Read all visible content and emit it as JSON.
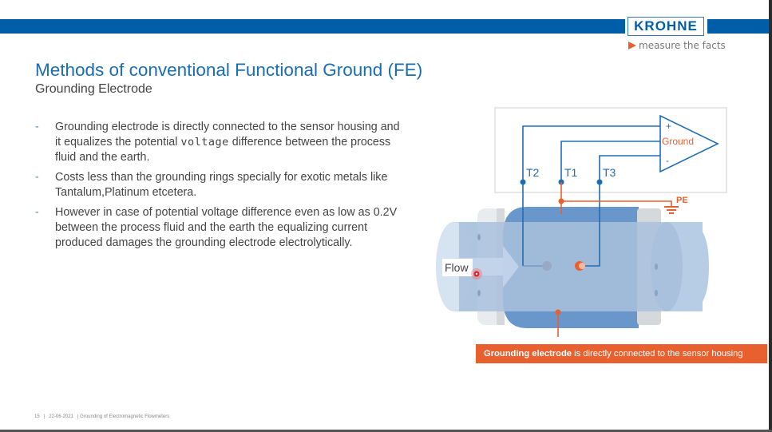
{
  "header": {
    "logo_text": "KROHNE",
    "tagline": "measure the facts",
    "brand_color": "#005da8",
    "accent_color": "#e9602f"
  },
  "slide": {
    "title": "Methods of conventional Functional Ground (FE)",
    "subtitle": "Grounding Electrode",
    "bullets": [
      {
        "dash": "-",
        "text_before": "Grounding electrode is directly connected to the sensor housing and it equalizes the potential ",
        "text_mono": "voltage",
        "text_after": " difference between the process fluid and the earth."
      },
      {
        "dash": "-",
        "text": "Costs less than the grounding rings specially for exotic metals like Tantalum,Platinum etcetera."
      },
      {
        "dash": "-",
        "text": "However in case of potential voltage difference even as low as 0.2V between the process fluid and the earth the equalizing current produced damages the grounding electrode electrolytically."
      }
    ]
  },
  "diagram": {
    "amp_plus": "+",
    "amp_minus": "-",
    "amp_label": "Ground",
    "terminals": [
      "T2",
      "T1",
      "T3"
    ],
    "pe_label": "PE",
    "flow_label": "Flow",
    "wire_color": "#1f6db5",
    "ground_color": "#e9602f"
  },
  "caption": {
    "bold": "Grounding electrode",
    "rest": " is directly connected to the sensor housing"
  },
  "footer": {
    "page": "15",
    "date": "22-06-2021",
    "title": "Grounding of Electromagnetic Flowmeters",
    "text": "15   |   22-06-2021   | Grounding of Electromagnetic Flowmeters"
  }
}
